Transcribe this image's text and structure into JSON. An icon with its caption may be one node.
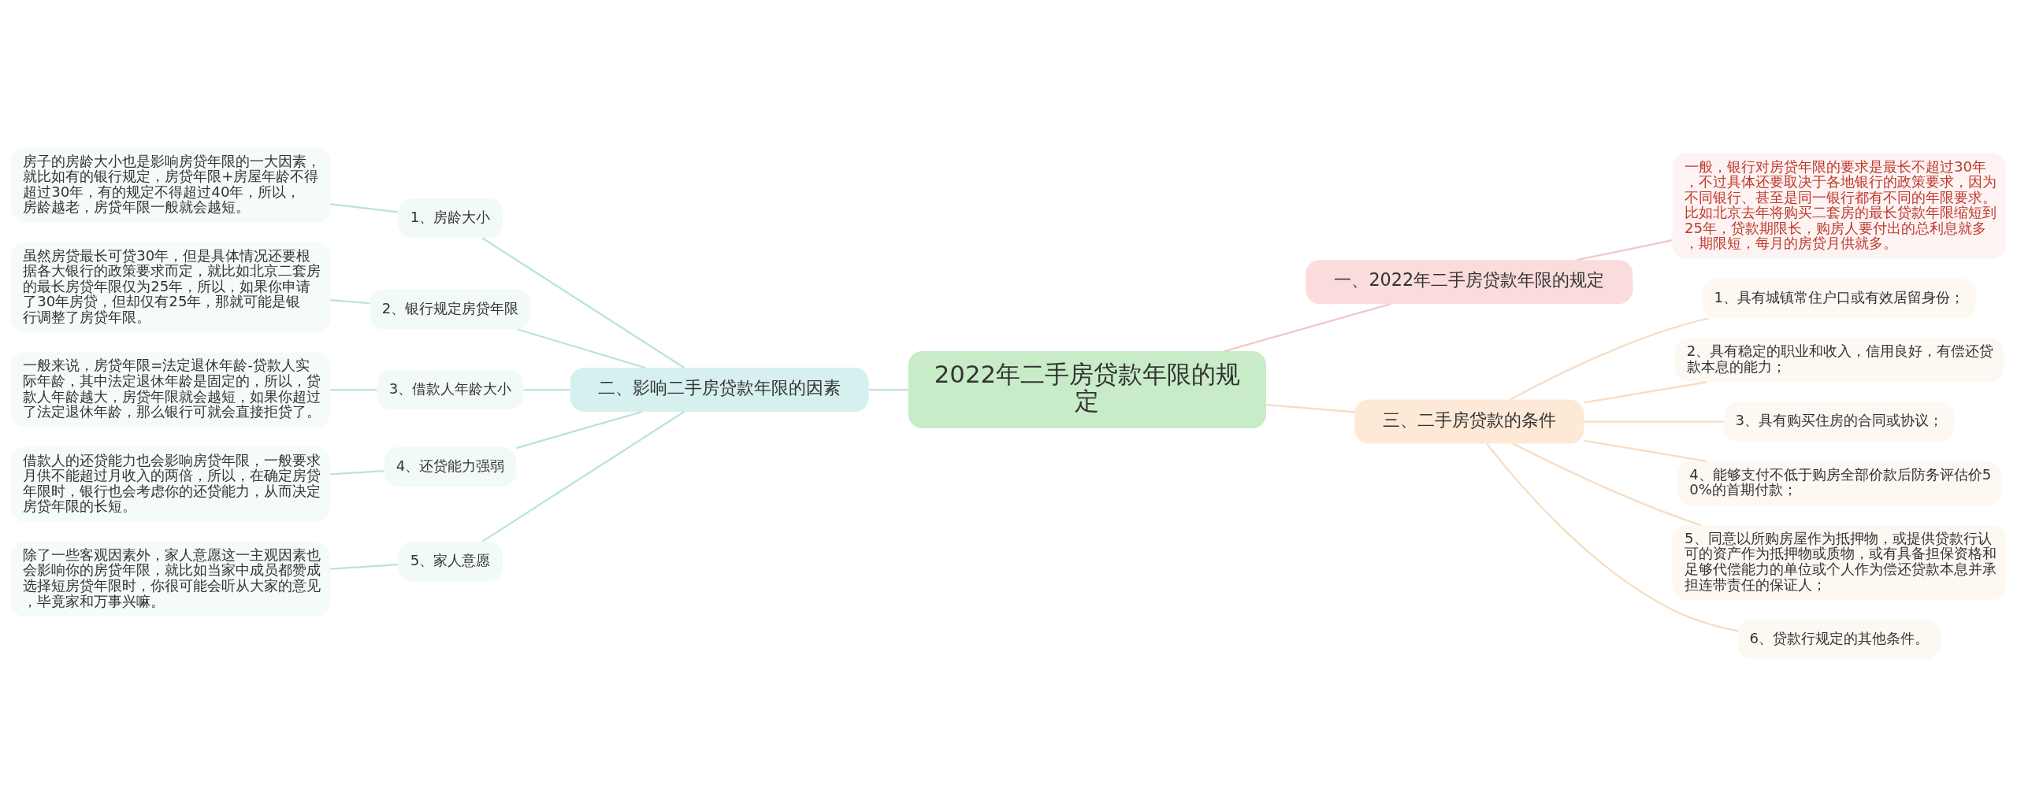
{
  "diagram": {
    "nodes": [
      {
        "text": [
          "2022年二手房贷款年限的规定"
        ]
      },
      {
        "text": [
          "一、2022年二手房贷款年限的规定"
        ]
      },
      {
        "text": [
          "一般，银行对房贷年限的要求是最长不超过30年，不过具体还要取决于各地银行的政策要求，因为不同银行、甚至是同一银行都有不同的年限要求。比如北京去年将购买二套房的最长贷款年限缩短到25年，贷款期限长，购房人要付出的总利息就多，期限短，每月的房贷月供就多。"
        ]
      },
      {
        "text": [
          "二、影响二手房贷款年限的因素"
        ]
      },
      {
        "text": [
          "1、房龄大小"
        ]
      },
      {
        "text": [
          "房子的房龄大小也是影响房贷年限的一大因素，就比如有的银行规定，房贷年限+房屋年龄不得超过30年，有的规定不得超过40年，所以，房龄越老，房贷年限一般就会越短。"
        ]
      },
      {
        "text": [
          "2、银行规定房贷年限"
        ]
      },
      {
        "text": [
          "虽然房贷最长可贷30年，但是具体情况还要根据各大银行的政策要求而定，就比如北京二套房的最长房贷年限仅为25年，所以，如果你申请了30年房贷，但却仅有25年，那就可能是银行调整了房贷年限。"
        ]
      },
      {
        "text": [
          "3、借款人年龄大小"
        ]
      },
      {
        "text": [
          "一般来说，房贷年限=法定退休年龄-贷款人实际年龄，其中法定退休年龄是固定的，所以，贷款人年龄越大，房贷年限就会越短，如果你超过了法定退休年龄，那么银行可就会直接拒贷了。"
        ]
      },
      {
        "text": [
          "4、还贷能力强弱"
        ]
      },
      {
        "text": [
          "借款人的还贷能力也会影响房贷年限，一般要求月供不能超过月收入的两倍，所以，在确定房贷年限时，银行也会考虑你的还贷能力，从而决定房贷年限的长短。"
        ]
      },
      {
        "text": [
          "5、家人意愿"
        ]
      },
      {
        "text": [
          "除了一些客观因素外，家人意愿这一主观因素也会影响你的房贷年限，就比如当家中成员都赞成选择短房贷年限时，你很可能会听从大家的意见，毕竟家和万事兴嘛。"
        ]
      },
      {
        "text": [
          "三、二手房贷款的条件"
        ]
      },
      {
        "text": [
          "1、具有城镇常住户口或有效居留身份；"
        ]
      },
      {
        "text": [
          "2、具有稳定的职业和收入，信用良好，有偿还贷款本息的能力；"
        ]
      },
      {
        "text": [
          "3、具有购买住房的合同或协议；"
        ]
      },
      {
        "text": [
          "4、能够支付不低于购房全部价款后防务评估价50%的首期付款；"
        ]
      },
      {
        "text": [
          "5、同意以所购房屋作为抵押物，或提供贷款行认可的资产作为抵押物或质物，或有具备担保资格和足够代偿能力的单位或个人作为偿还贷款本息并承担连带责任的保证人；"
        ]
      },
      {
        "text": [
          "6、贷款行规定的其他条件。"
        ]
      }
    ],
    "edges": [
      {
        "from": 0,
        "to": 1,
        "arrow": "none",
        "color": "#f5c6c6"
      },
      {
        "from": 1,
        "to": 2,
        "arrow": "none",
        "color": "#f5c6c6"
      },
      {
        "from": 0,
        "to": 3,
        "arrow": "none"
      },
      {
        "from": 3,
        "to": 4,
        "arrow": "none"
      },
      {
        "from": 4,
        "to": 5,
        "arrow": "none"
      },
      {
        "from": 3,
        "to": 6,
        "arrow": "none"
      },
      {
        "from": 6,
        "to": 7,
        "arrow": "none"
      },
      {
        "from": 3,
        "to": 8,
        "arrow": "none"
      },
      {
        "from": 8,
        "to": 9,
        "arrow": "none"
      },
      {
        "from": 3,
        "to": 10,
        "arrow": "none"
      },
      {
        "from": 10,
        "to": 11,
        "arrow": "none"
      },
      {
        "from": 3,
        "to": 12,
        "arrow": "none"
      },
      {
        "from": 12,
        "to": 13,
        "arrow": "none"
      },
      {
        "from": 0,
        "to": 14,
        "arrow": "none",
        "color": "#f7dcc0"
      },
      {
        "from": 14,
        "to": 15,
        "arrow": "none",
        "color": "#f7dcc0"
      },
      {
        "from": 14,
        "to": 16,
        "arrow": "none",
        "color": "#f7dcc0"
      },
      {
        "from": 14,
        "to": 17,
        "arrow": "none",
        "color": "#f7dcc0"
      },
      {
        "from": 14,
        "to": 18,
        "arrow": "none",
        "color": "#f7dcc0"
      },
      {
        "from": 14,
        "to": 19,
        "arrow": "none",
        "color": "#f7dcc0"
      },
      {
        "from": 14,
        "to": 20,
        "arrow": "none",
        "color": "#f7dcc0"
      }
    ]
  }
}
